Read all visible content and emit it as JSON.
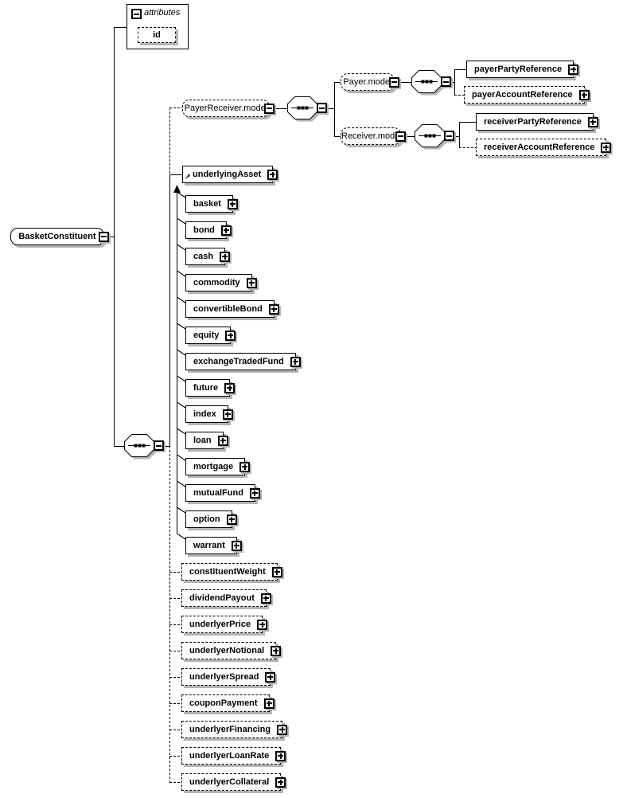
{
  "root": {
    "label": "BasketConstituent"
  },
  "attributes_box": {
    "header": "attributes",
    "attributes": [
      "id"
    ]
  },
  "payer_receiver": {
    "label": "PayerReceiver.model",
    "payer": {
      "label": "Payer.model",
      "children": [
        {
          "label": "payerPartyReference"
        },
        {
          "label": "payerAccountReference"
        }
      ]
    },
    "receiver": {
      "label": "Receiver.model",
      "children": [
        {
          "label": "receiverPartyReference"
        },
        {
          "label": "receiverAccountReference"
        }
      ]
    }
  },
  "underlying": {
    "head": "underlyingAsset",
    "substitution_marker": "↗",
    "members": [
      "basket",
      "bond",
      "cash",
      "commodity",
      "convertibleBond",
      "equity",
      "exchangeTradedFund",
      "future",
      "index",
      "loan",
      "mortgage",
      "mutualFund",
      "option",
      "warrant"
    ]
  },
  "optional_elements": [
    "constituentWeight",
    "dividendPayout",
    "underlyerPrice",
    "underlyerNotional",
    "underlyerSpread",
    "couponPayment",
    "underlyerFinancing",
    "underlyerLoanRate",
    "underlyerCollateral"
  ],
  "colors": {
    "line": "#000000",
    "shadow": "#b4b4b4",
    "box_bg": "#ffffff"
  }
}
